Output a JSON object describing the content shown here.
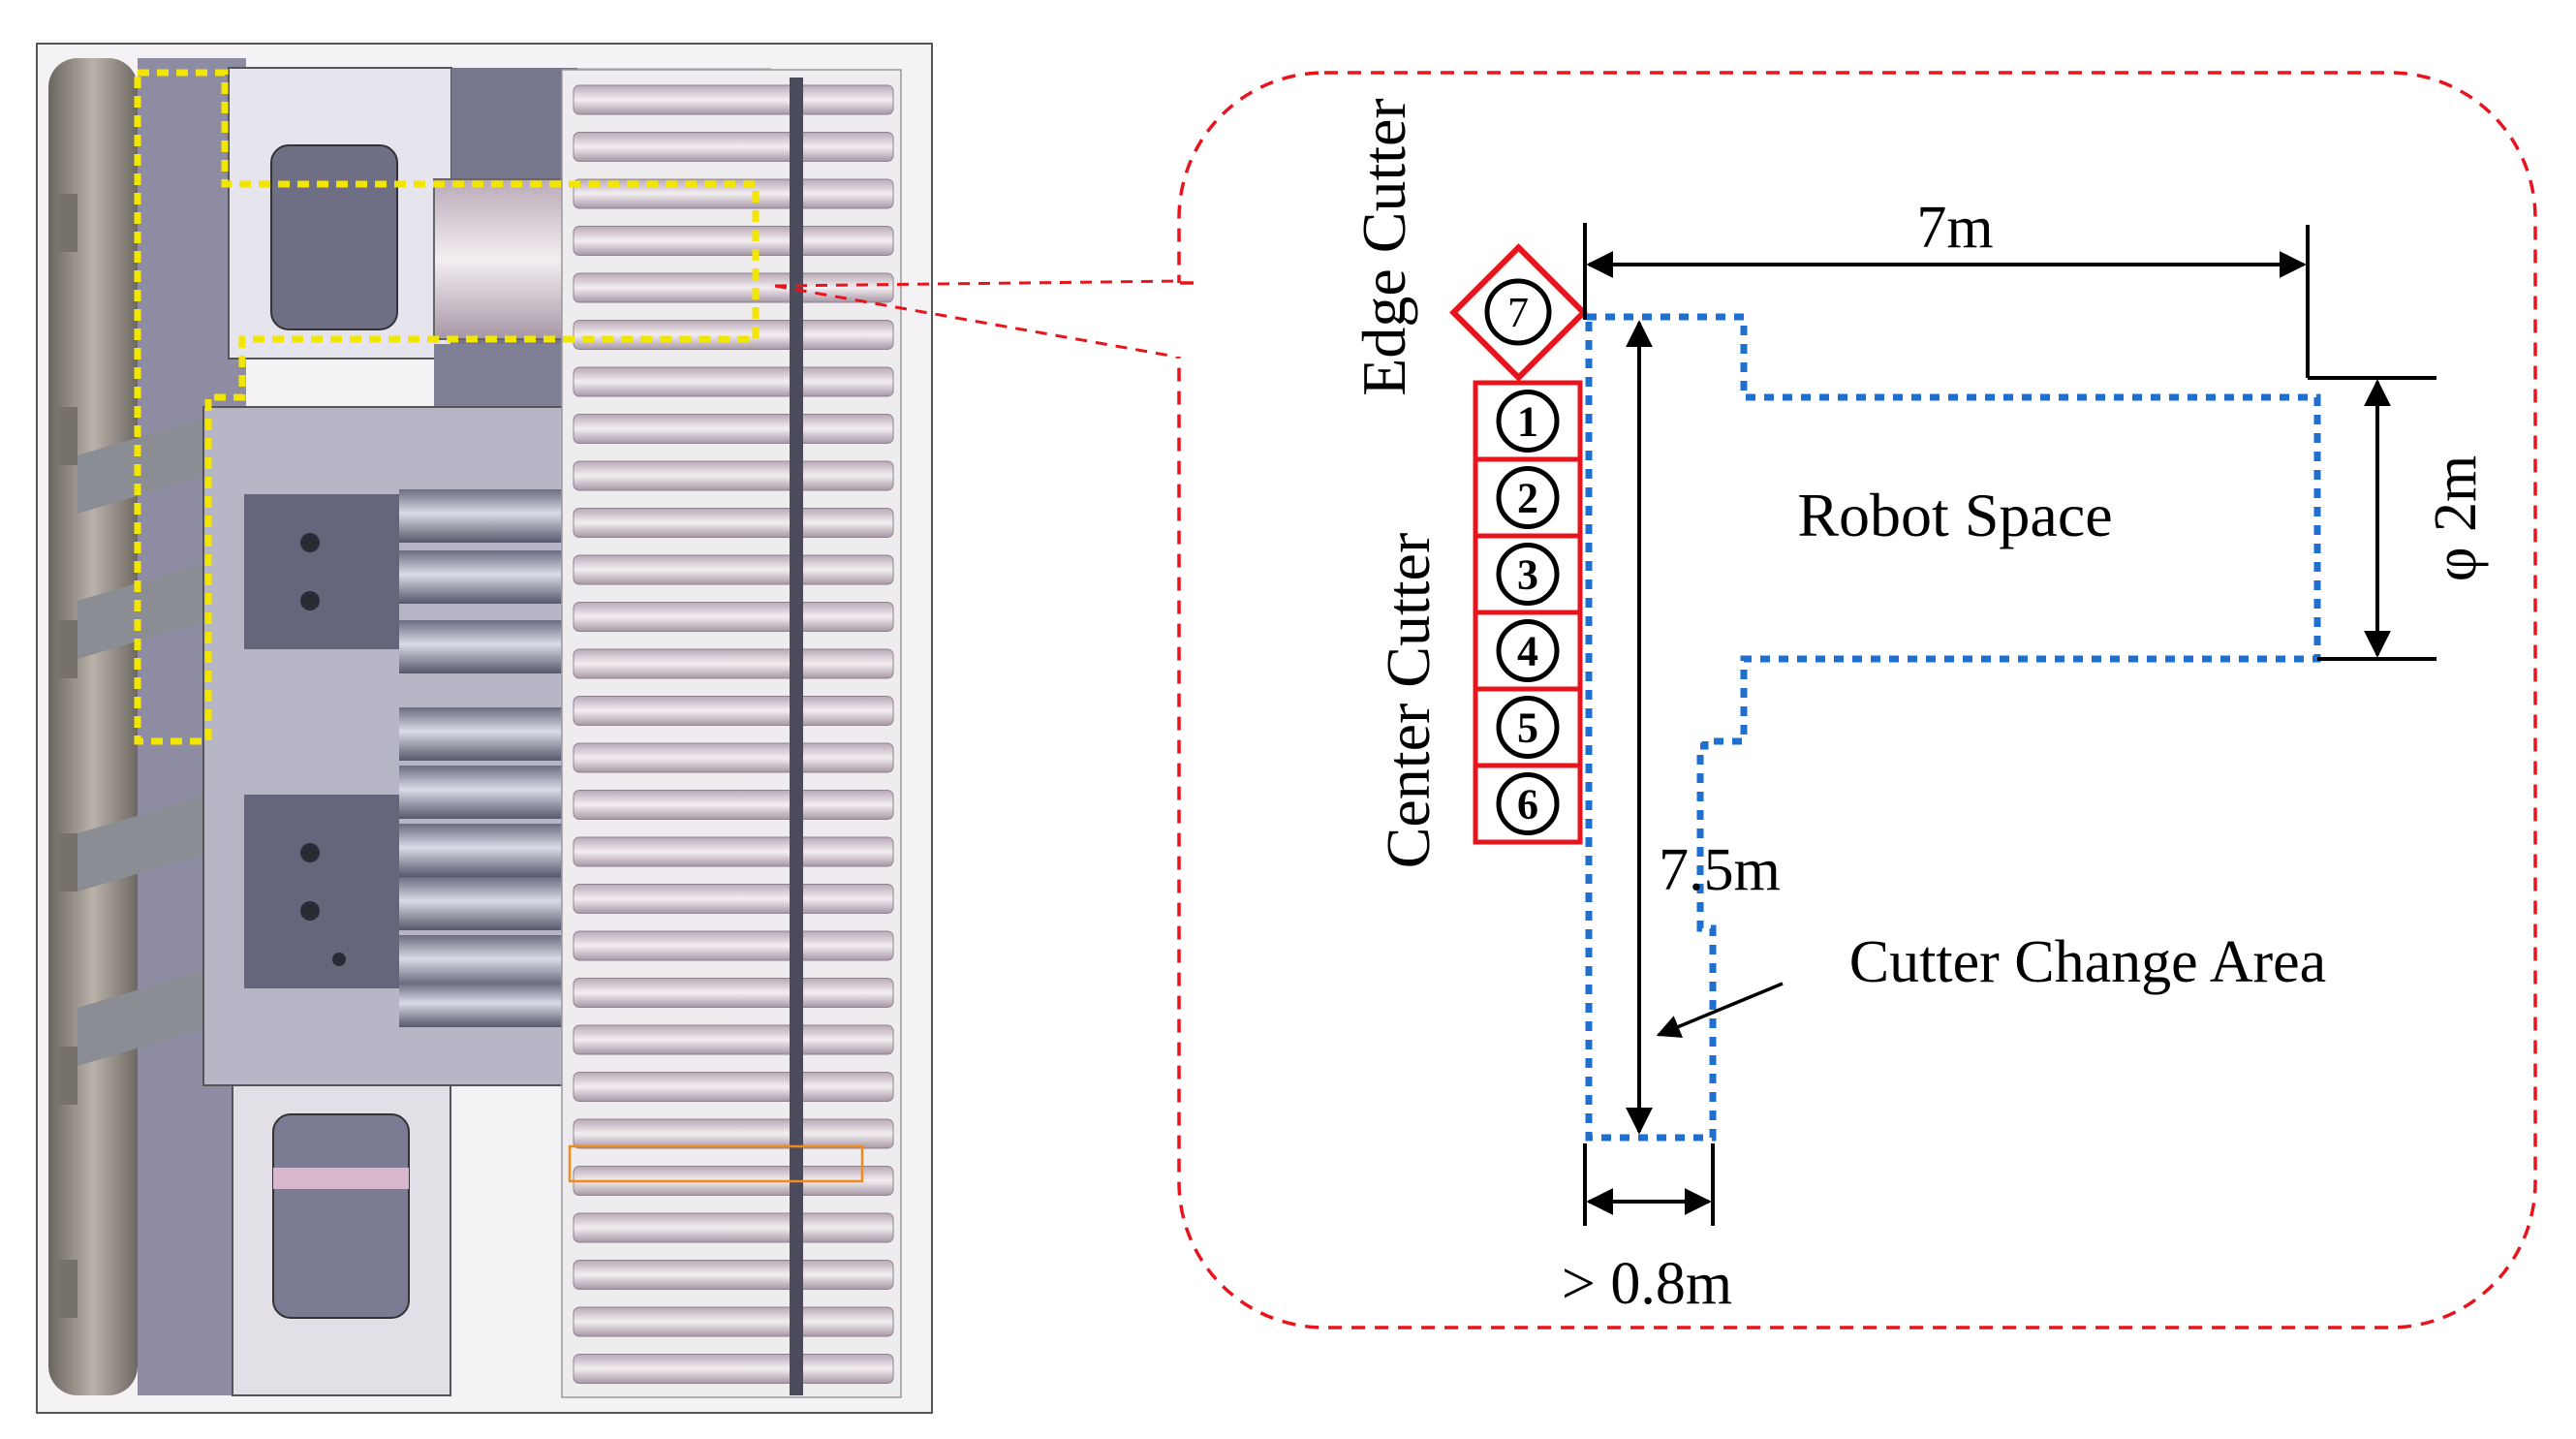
{
  "machine_drawing": {
    "description_label": ""
  },
  "callout": {
    "border_color": "#e8141c",
    "edge_cutter_label": "Edge Cutter",
    "center_cutter_label": "Center Cutter",
    "edge_cutter_numbers": [
      "7"
    ],
    "center_cutter_numbers": [
      "1",
      "2",
      "3",
      "4",
      "5",
      "6"
    ],
    "robot_space_label": "Robot Space",
    "cutter_change_area_label": "Cutter Change Area",
    "dim_width": "7m",
    "dim_height": "7.5m",
    "dim_diameter": "φ 2m",
    "dim_min_width": "> 0.8m",
    "robot_space_color": "#1f6fd0",
    "highlight_color": "#f2e600"
  }
}
